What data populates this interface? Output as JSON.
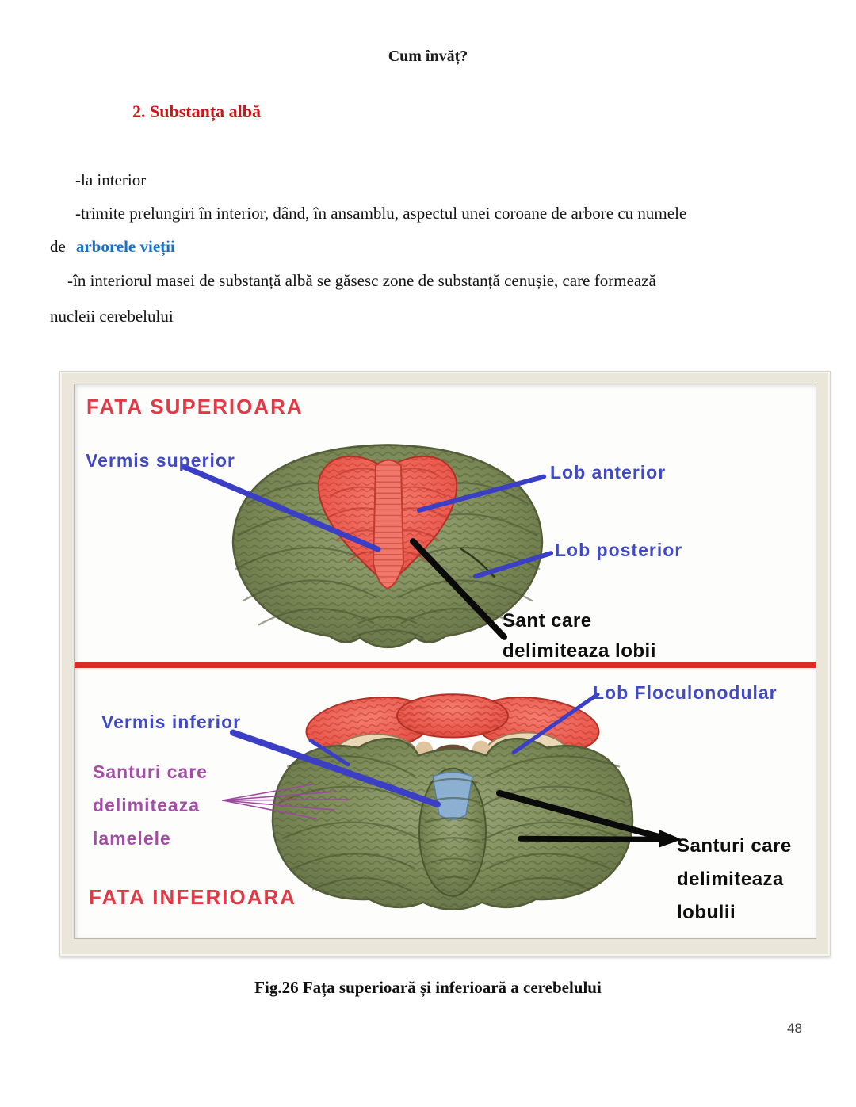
{
  "colors": {
    "heading_red": "#cf1414",
    "term_blue": "#1b6fc9",
    "figure_title_red": "#e03a46",
    "label_blue": "#4149c5",
    "label_purple": "#a34da6",
    "divider_red": "#e12a23",
    "cerebellum_green": "#7c8a58",
    "vermis_red": "#ee5c50",
    "floculonodular_blue": "#8db2d8"
  },
  "header": {
    "title": "Cum învăț?"
  },
  "content": {
    "heading": "2. Substanța albă",
    "line1": "-la interior",
    "line2": "-trimite prelungiri în interior, dând, în ansamblu, aspectul unei coroane de arbore cu numele",
    "line3_prefix": "de",
    "line3_term": "arborele vieții",
    "line4": "-în interiorul masei de substanță albă se găsesc zone de substanță cenușie, care formează",
    "line5": "nucleii cerebelului"
  },
  "figure": {
    "superior_title": "FATA SUPERIOARA",
    "inferior_title": "FATA INFERIOARA",
    "vermis_superior": "Vermis superior",
    "lob_anterior": "Lob anterior",
    "lob_posterior": "Lob posterior",
    "sant_lobii_line1": "Sant care",
    "sant_lobii_line2": "delimiteaza lobii",
    "lob_floculonodular": "Lob Floculonodular",
    "vermis_inferior": "Vermis inferior",
    "santuri_lamelele_line1": "Santuri care",
    "santuri_lamelele_line2": "delimiteaza",
    "santuri_lamelele_line3": "lamelele",
    "santuri_lobulii_line1": "Santuri care",
    "santuri_lobulii_line2": "delimiteaza",
    "santuri_lobulii_line3": "lobulii"
  },
  "caption": "Fig.26 Fața superioară și inferioară a cerebelului",
  "page_number": "48"
}
